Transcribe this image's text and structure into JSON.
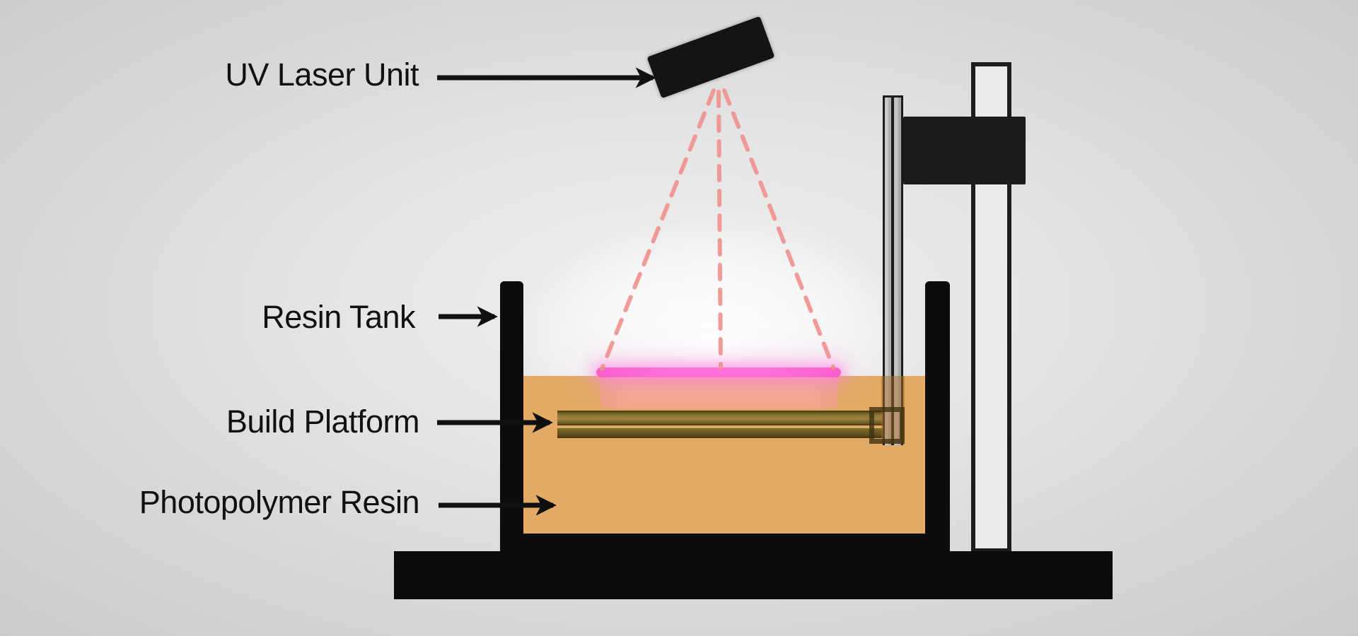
{
  "labels": {
    "uv_laser_unit": "UV Laser Unit",
    "resin_tank": "Resin Tank",
    "build_platform": "Build Platform",
    "photopolymer_resin": "Photopolymer Resin"
  },
  "colors": {
    "background": "#d9d9da",
    "ink": "#111111",
    "resin": "#e2aa64",
    "cured_part": "#f3a78c",
    "cure_glow": "#fa67d4",
    "laser_beam": "#ef938e",
    "platform": "#8b7634",
    "platform_dark": "#6a5822",
    "structure_black": "#0c0c0c",
    "metal_gray": "#c3c3c3"
  }
}
